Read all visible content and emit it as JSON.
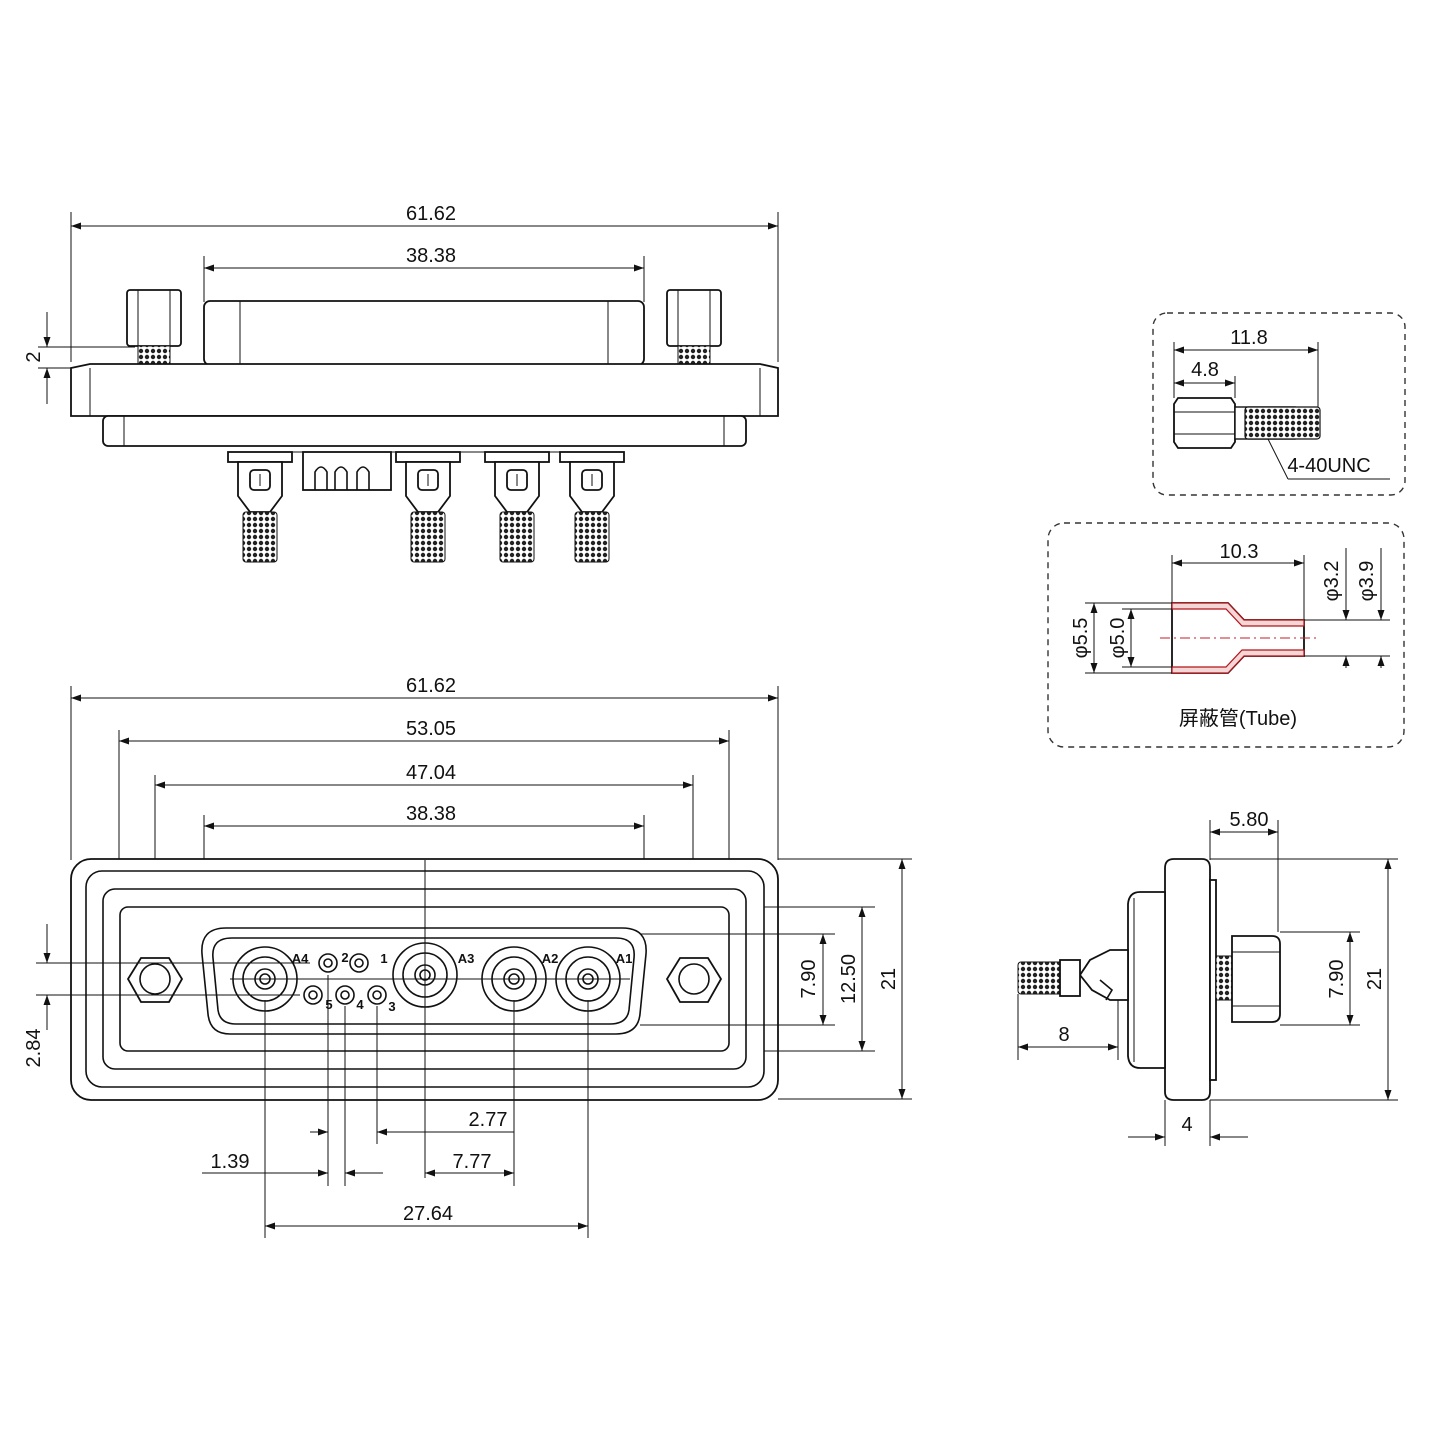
{
  "top_view": {
    "overall_width": "61.62",
    "shell_width": "38.38",
    "flange_thickness": "2"
  },
  "front_view": {
    "overall_width": "61.62",
    "mounting_hole_spacing_outer": "53.05",
    "mounting_hole_spacing": "47.04",
    "shell_width": "38.38",
    "height_inner": "7.90",
    "height_mid": "12.50",
    "height_overall": "21",
    "offset_vertical": "2.84",
    "pitch_small": "2.77",
    "pitch_signal": "1.39",
    "offset_center": "7.77",
    "power_span": "27.64",
    "pin_labels": {
      "a4": "A4",
      "a3": "A3",
      "a2": "A2",
      "a1": "A1",
      "p1": "1",
      "p2": "2",
      "p3": "3",
      "p4": "4",
      "p5": "5"
    }
  },
  "screw_detail": {
    "total_length": "11.8",
    "head_length": "4.8",
    "thread": "4-40UNC"
  },
  "tube_detail": {
    "length": "10.3",
    "d_small_inner": "φ3.2",
    "d_small_outer": "φ3.9",
    "d_large_outer": "φ5.5",
    "d_large_inner": "φ5.0",
    "caption": "屏蔽管(Tube)"
  },
  "side_view": {
    "offset": "5.80",
    "height_inner": "7.90",
    "height_overall": "21",
    "pin_length": "8",
    "flange_thickness": "4"
  }
}
